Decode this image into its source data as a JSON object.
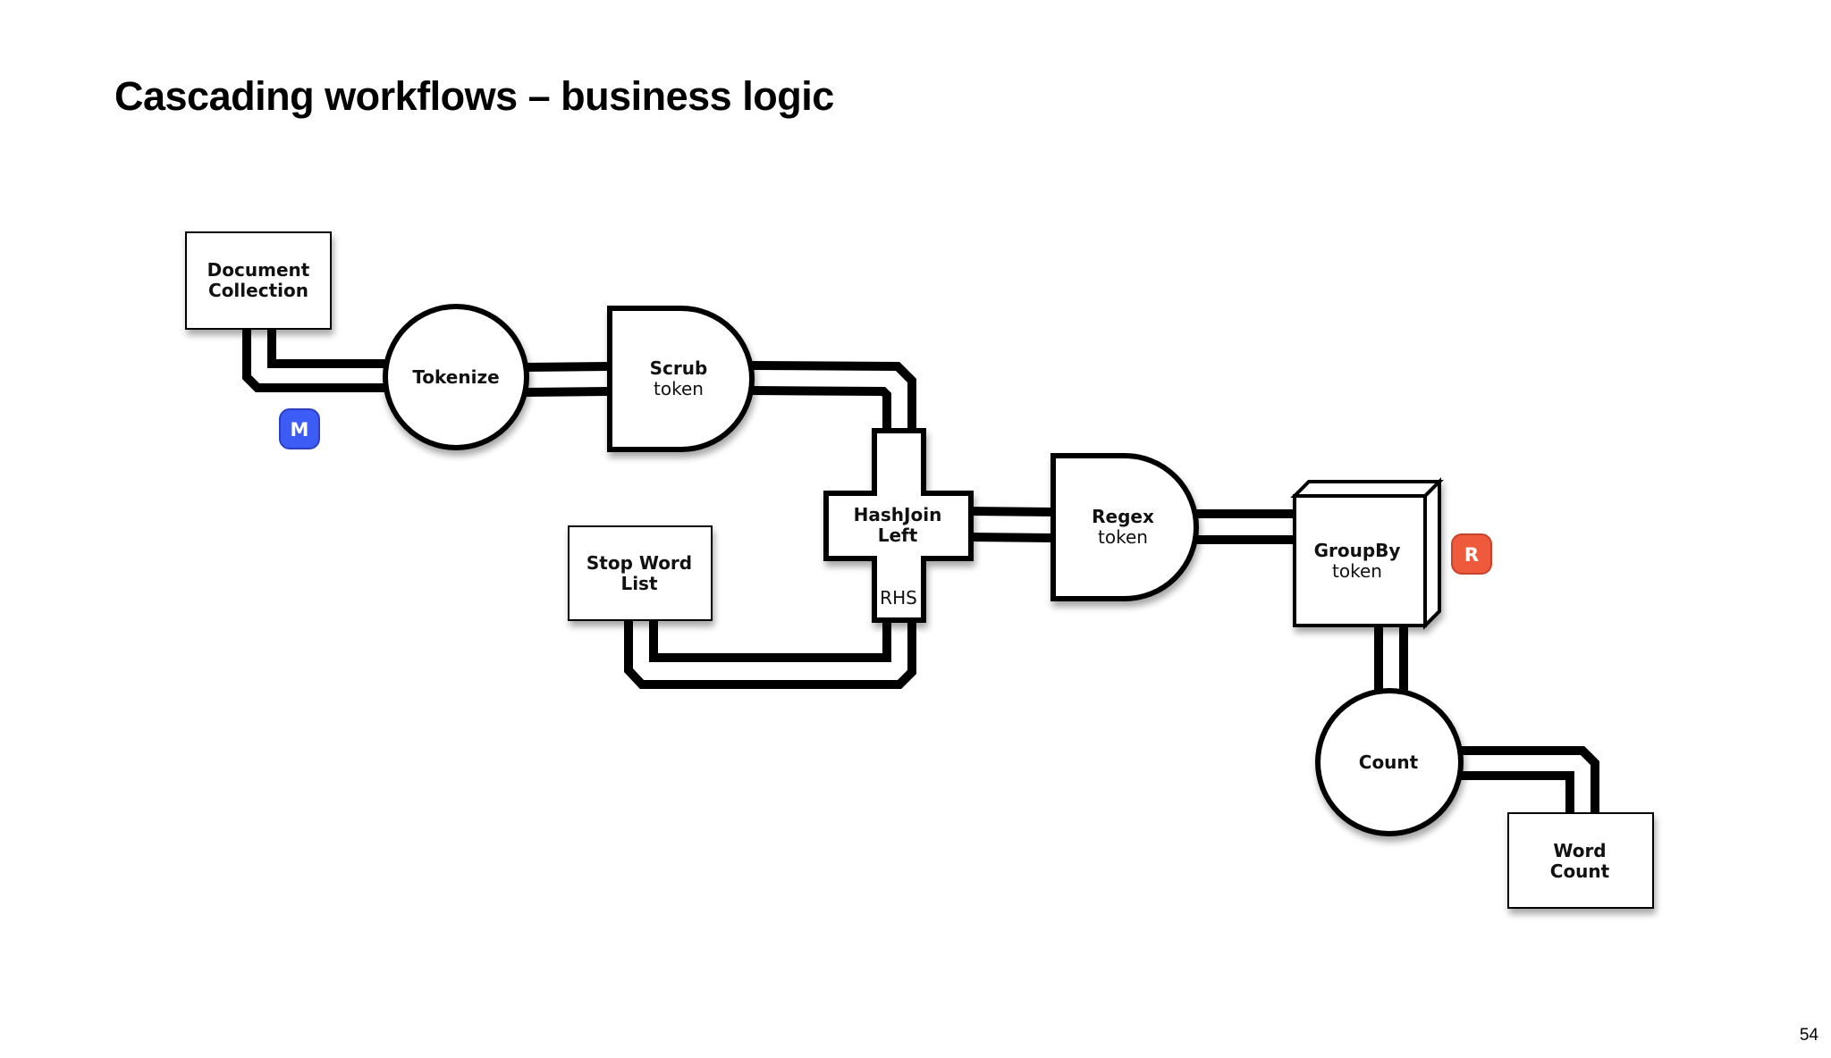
{
  "title": "Cascading workflows – business logic",
  "page_number": "54",
  "nodes": {
    "document_collection": {
      "line1": "Document",
      "line2": "Collection"
    },
    "tokenize": {
      "label": "Tokenize"
    },
    "scrub": {
      "label": "Scrub",
      "sub": "token"
    },
    "stop_word_list": {
      "line1": "Stop Word",
      "line2": "List"
    },
    "hashjoin": {
      "line1": "HashJoin",
      "line2": "Left",
      "port": "RHS"
    },
    "regex": {
      "label": "Regex",
      "sub": "token"
    },
    "groupby": {
      "label": "GroupBy",
      "sub": "token"
    },
    "count": {
      "label": "Count"
    },
    "word_count": {
      "line1": "Word",
      "line2": "Count"
    }
  },
  "badges": {
    "map": {
      "label": "M",
      "color": "#3d5cf5"
    },
    "reduce": {
      "label": "R",
      "color": "#f05a3c"
    }
  }
}
